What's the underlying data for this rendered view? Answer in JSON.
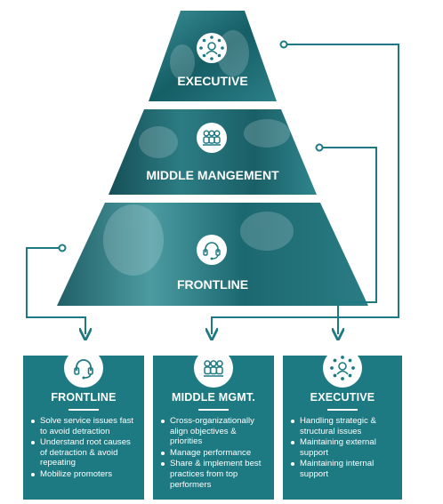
{
  "pyramid": {
    "tiers": [
      {
        "id": "executive",
        "label": "EXECUTIVE",
        "icon": "executive-network-icon"
      },
      {
        "id": "middle",
        "label": "MIDDLE MANGEMENT",
        "icon": "team-group-icon"
      },
      {
        "id": "frontline",
        "label": "FRONTLINE",
        "icon": "headset-agent-icon"
      }
    ]
  },
  "cards": [
    {
      "id": "frontline",
      "title": "FRONTLINE",
      "icon": "headset-agent-icon",
      "items": [
        "Solve service issues fast to avoid detraction",
        "Understand root causes of detraction & avoid repeating",
        "Mobilize promoters"
      ]
    },
    {
      "id": "middle",
      "title": "MIDDLE MGMT.",
      "icon": "team-group-icon",
      "items": [
        "Cross-organizationally align objectives & priorities",
        "Manage performance",
        "Share & implement best practices from top performers"
      ]
    },
    {
      "id": "executive",
      "title": "EXECUTIVE",
      "icon": "executive-network-icon",
      "items": [
        "Handling strategic & structural issues",
        "Maintaining external support",
        "Maintaining internal support"
      ]
    }
  ],
  "colors": {
    "teal": "#1d7a82",
    "teal_dark": "#0f4f56",
    "connector": "#1d7a82",
    "text": "#ffffff"
  }
}
